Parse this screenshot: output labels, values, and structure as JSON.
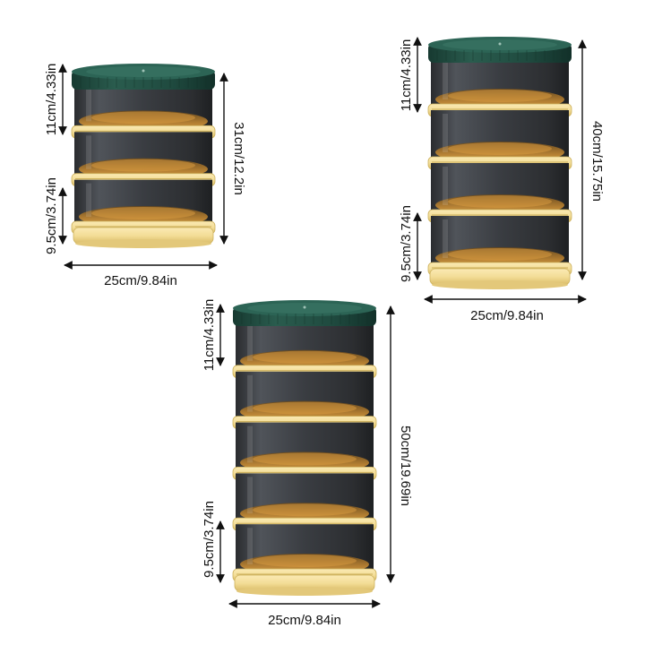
{
  "colors": {
    "lid": "#1f4a3f",
    "lid_top": "#2f6a5a",
    "body_smoke": "#34363a",
    "amber": "#c98a2e",
    "ring": "#f3dd97",
    "ring_shadow": "#d9bd68",
    "line": "#111111"
  },
  "products": [
    {
      "tiers": 3,
      "tier_height_label": "11cm/4.33in",
      "base_tier_label": "9.5cm/3.74in",
      "total_height_label": "31cm/12.2in",
      "width_label": "25cm/9.84in"
    },
    {
      "tiers": 4,
      "tier_height_label": "11cm/4.33in",
      "base_tier_label": "9.5cm/3.74in",
      "total_height_label": "40cm/15.75in",
      "width_label": "25cm/9.84in"
    },
    {
      "tiers": 5,
      "tier_height_label": "11cm/4.33in",
      "base_tier_label": "9.5cm/3.74in",
      "total_height_label": "50cm/19.69in",
      "width_label": "25cm/9.84in"
    }
  ]
}
